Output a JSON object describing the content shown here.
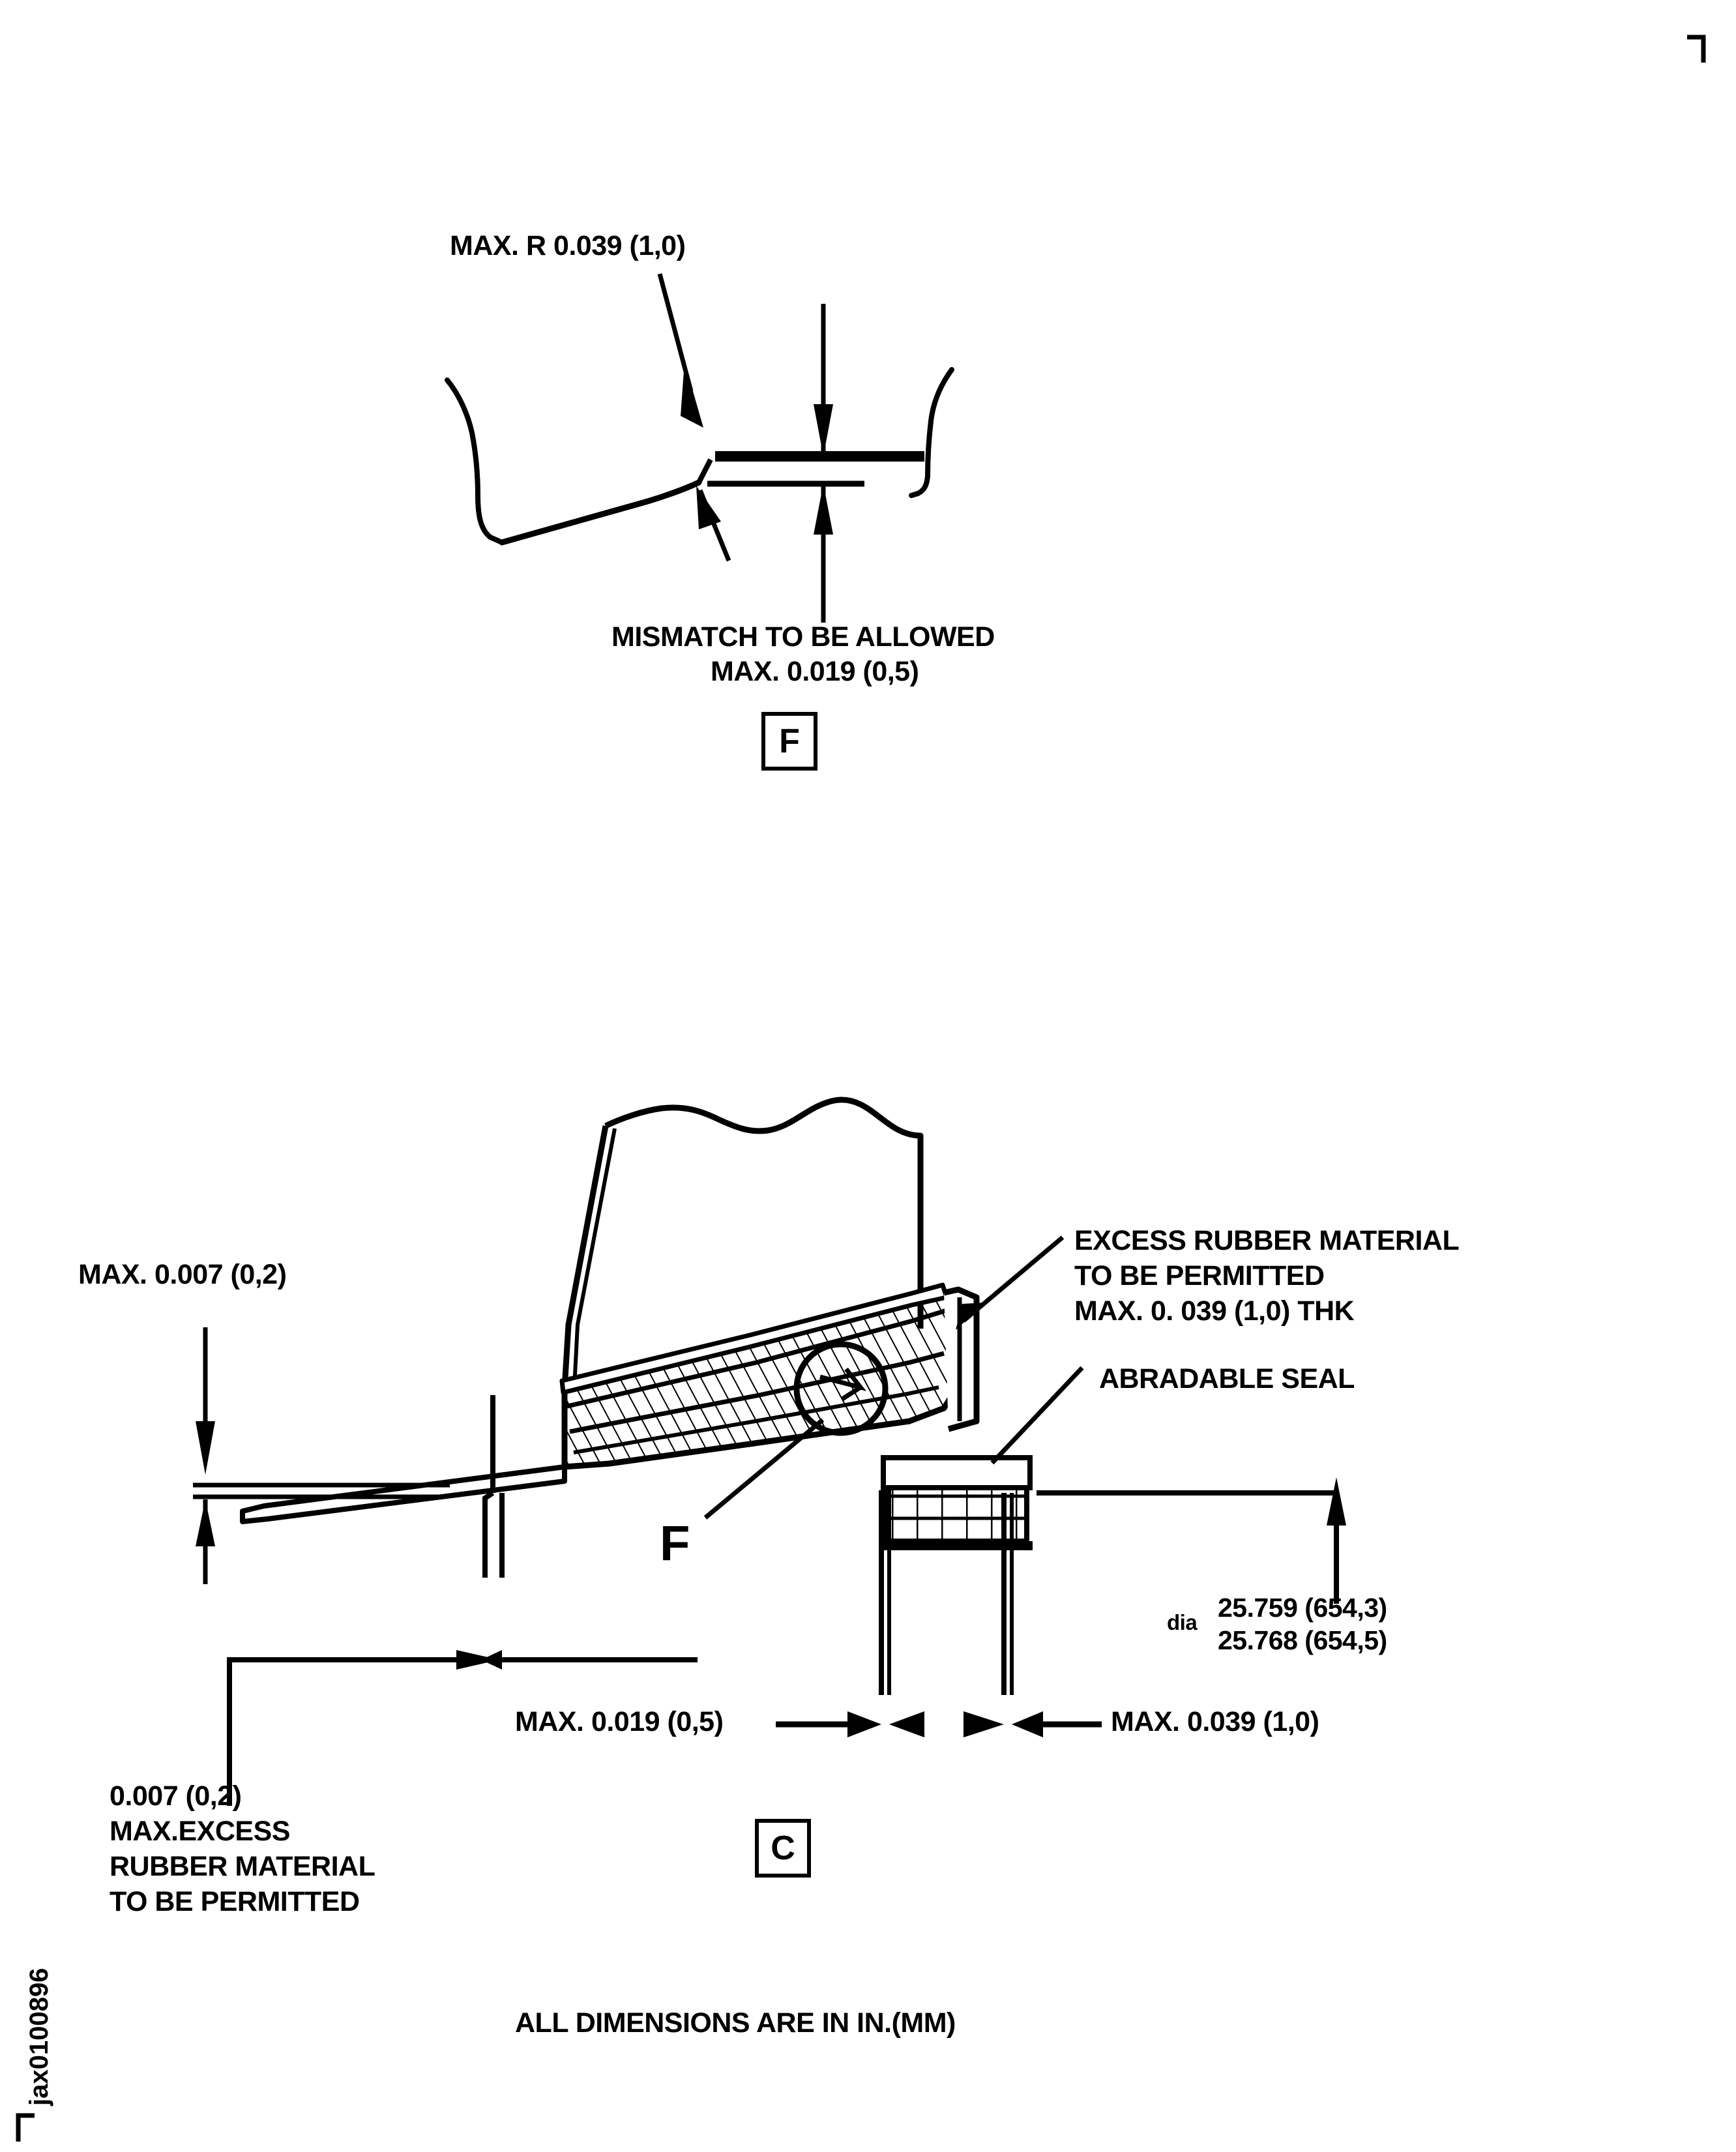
{
  "sheet": {
    "id_stamp": "jax0100896",
    "footer_note": "ALL DIMENSIONS ARE IN IN.(MM)",
    "corner_mark": "registration-corner"
  },
  "detail_f": {
    "flag_label": "F",
    "radius_note": "MAX. R 0.039 (1,0)",
    "mismatch_note_line1": "MISMATCH TO BE ALLOWED",
    "mismatch_note_line2": "MAX. 0.019 (0,5)"
  },
  "detail_c": {
    "flag_label": "C",
    "detail_marker": "F",
    "left_gap_note": "MAX. 0.007 (0,2)",
    "excess_rubber_note": {
      "line1": "EXCESS RUBBER MATERIAL",
      "line2": "TO BE PERMITTED",
      "line3": "MAX. 0. 039 (1,0) THK"
    },
    "abradable_seal_label": "ABRADABLE SEAL",
    "diameter_callout": {
      "prefix": "dia",
      "upper": "25.759 (654,3)",
      "lower": "25.768 (654,5)"
    },
    "bottom_dim_left": "MAX. 0.019 (0,5)",
    "bottom_dim_right": "MAX. 0.039 (1,0)",
    "lower_left_note": {
      "line1": "0.007 (0,2)",
      "line2": "MAX.EXCESS",
      "line3": "RUBBER MATERIAL",
      "line4": "TO BE PERMITTED"
    }
  },
  "colors": {
    "ink": "#000000",
    "paper": "#ffffff"
  }
}
